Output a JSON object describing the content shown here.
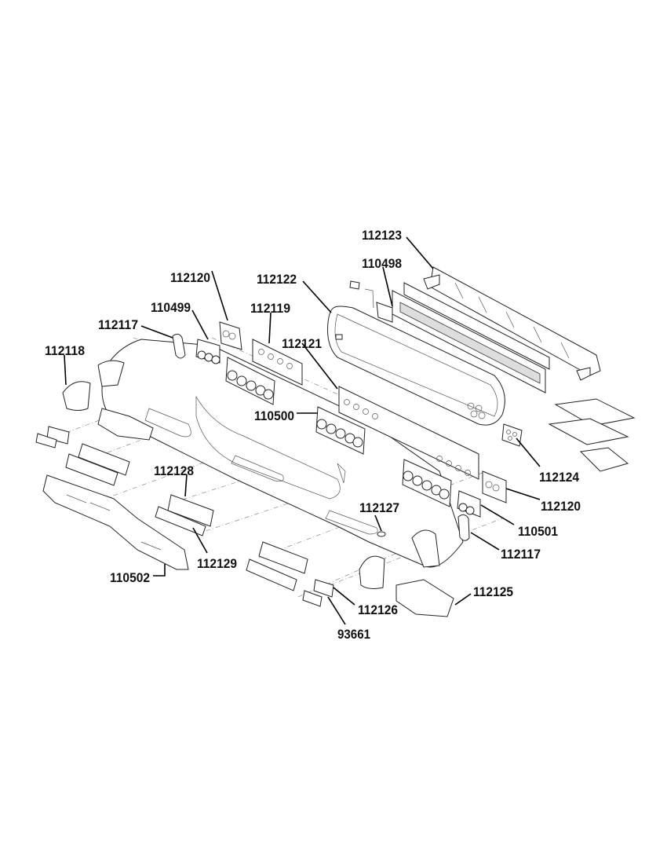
{
  "diagram": {
    "type": "exploded-parts-view",
    "callouts": [
      {
        "id": "112123"
      },
      {
        "id": "110498"
      },
      {
        "id": "112120"
      },
      {
        "id": "112122"
      },
      {
        "id": "110499"
      },
      {
        "id": "112119"
      },
      {
        "id": "112117"
      },
      {
        "id": "112121"
      },
      {
        "id": "112118"
      },
      {
        "id": "110500"
      },
      {
        "id": "112124"
      },
      {
        "id": "112128"
      },
      {
        "id": "112120"
      },
      {
        "id": "112127"
      },
      {
        "id": "110501"
      },
      {
        "id": "112117"
      },
      {
        "id": "112129"
      },
      {
        "id": "110502"
      },
      {
        "id": "112125"
      },
      {
        "id": "112126"
      },
      {
        "id": "93661"
      }
    ]
  }
}
